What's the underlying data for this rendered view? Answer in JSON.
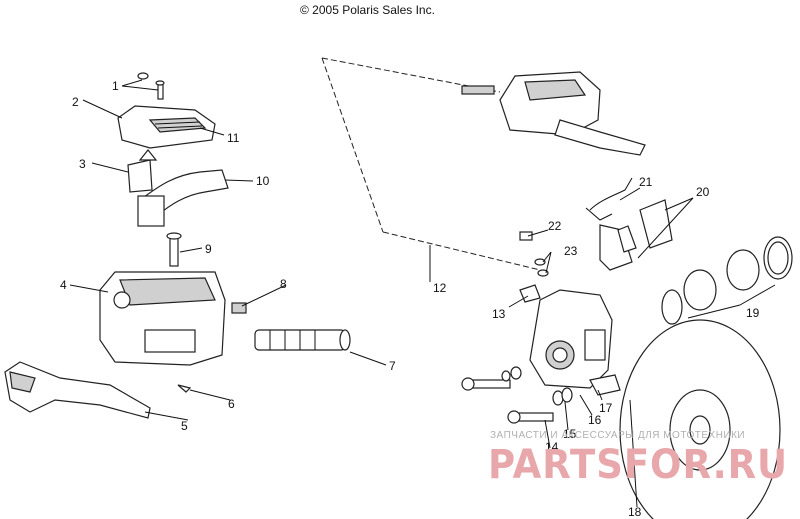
{
  "copyright": "© 2005 Polaris Sales Inc.",
  "watermark": {
    "top_line": "ЗАПЧАСТИ И АКСЕССУАРЫ ДЛЯ МОТОТЕХНИКИ",
    "brand": "PARTSFOR.RU"
  },
  "callouts": [
    "1",
    "2",
    "3",
    "4",
    "5",
    "6",
    "7",
    "8",
    "9",
    "10",
    "11",
    "12",
    "13",
    "14",
    "15",
    "16",
    "17",
    "18",
    "19",
    "20",
    "21",
    "22",
    "23"
  ]
}
